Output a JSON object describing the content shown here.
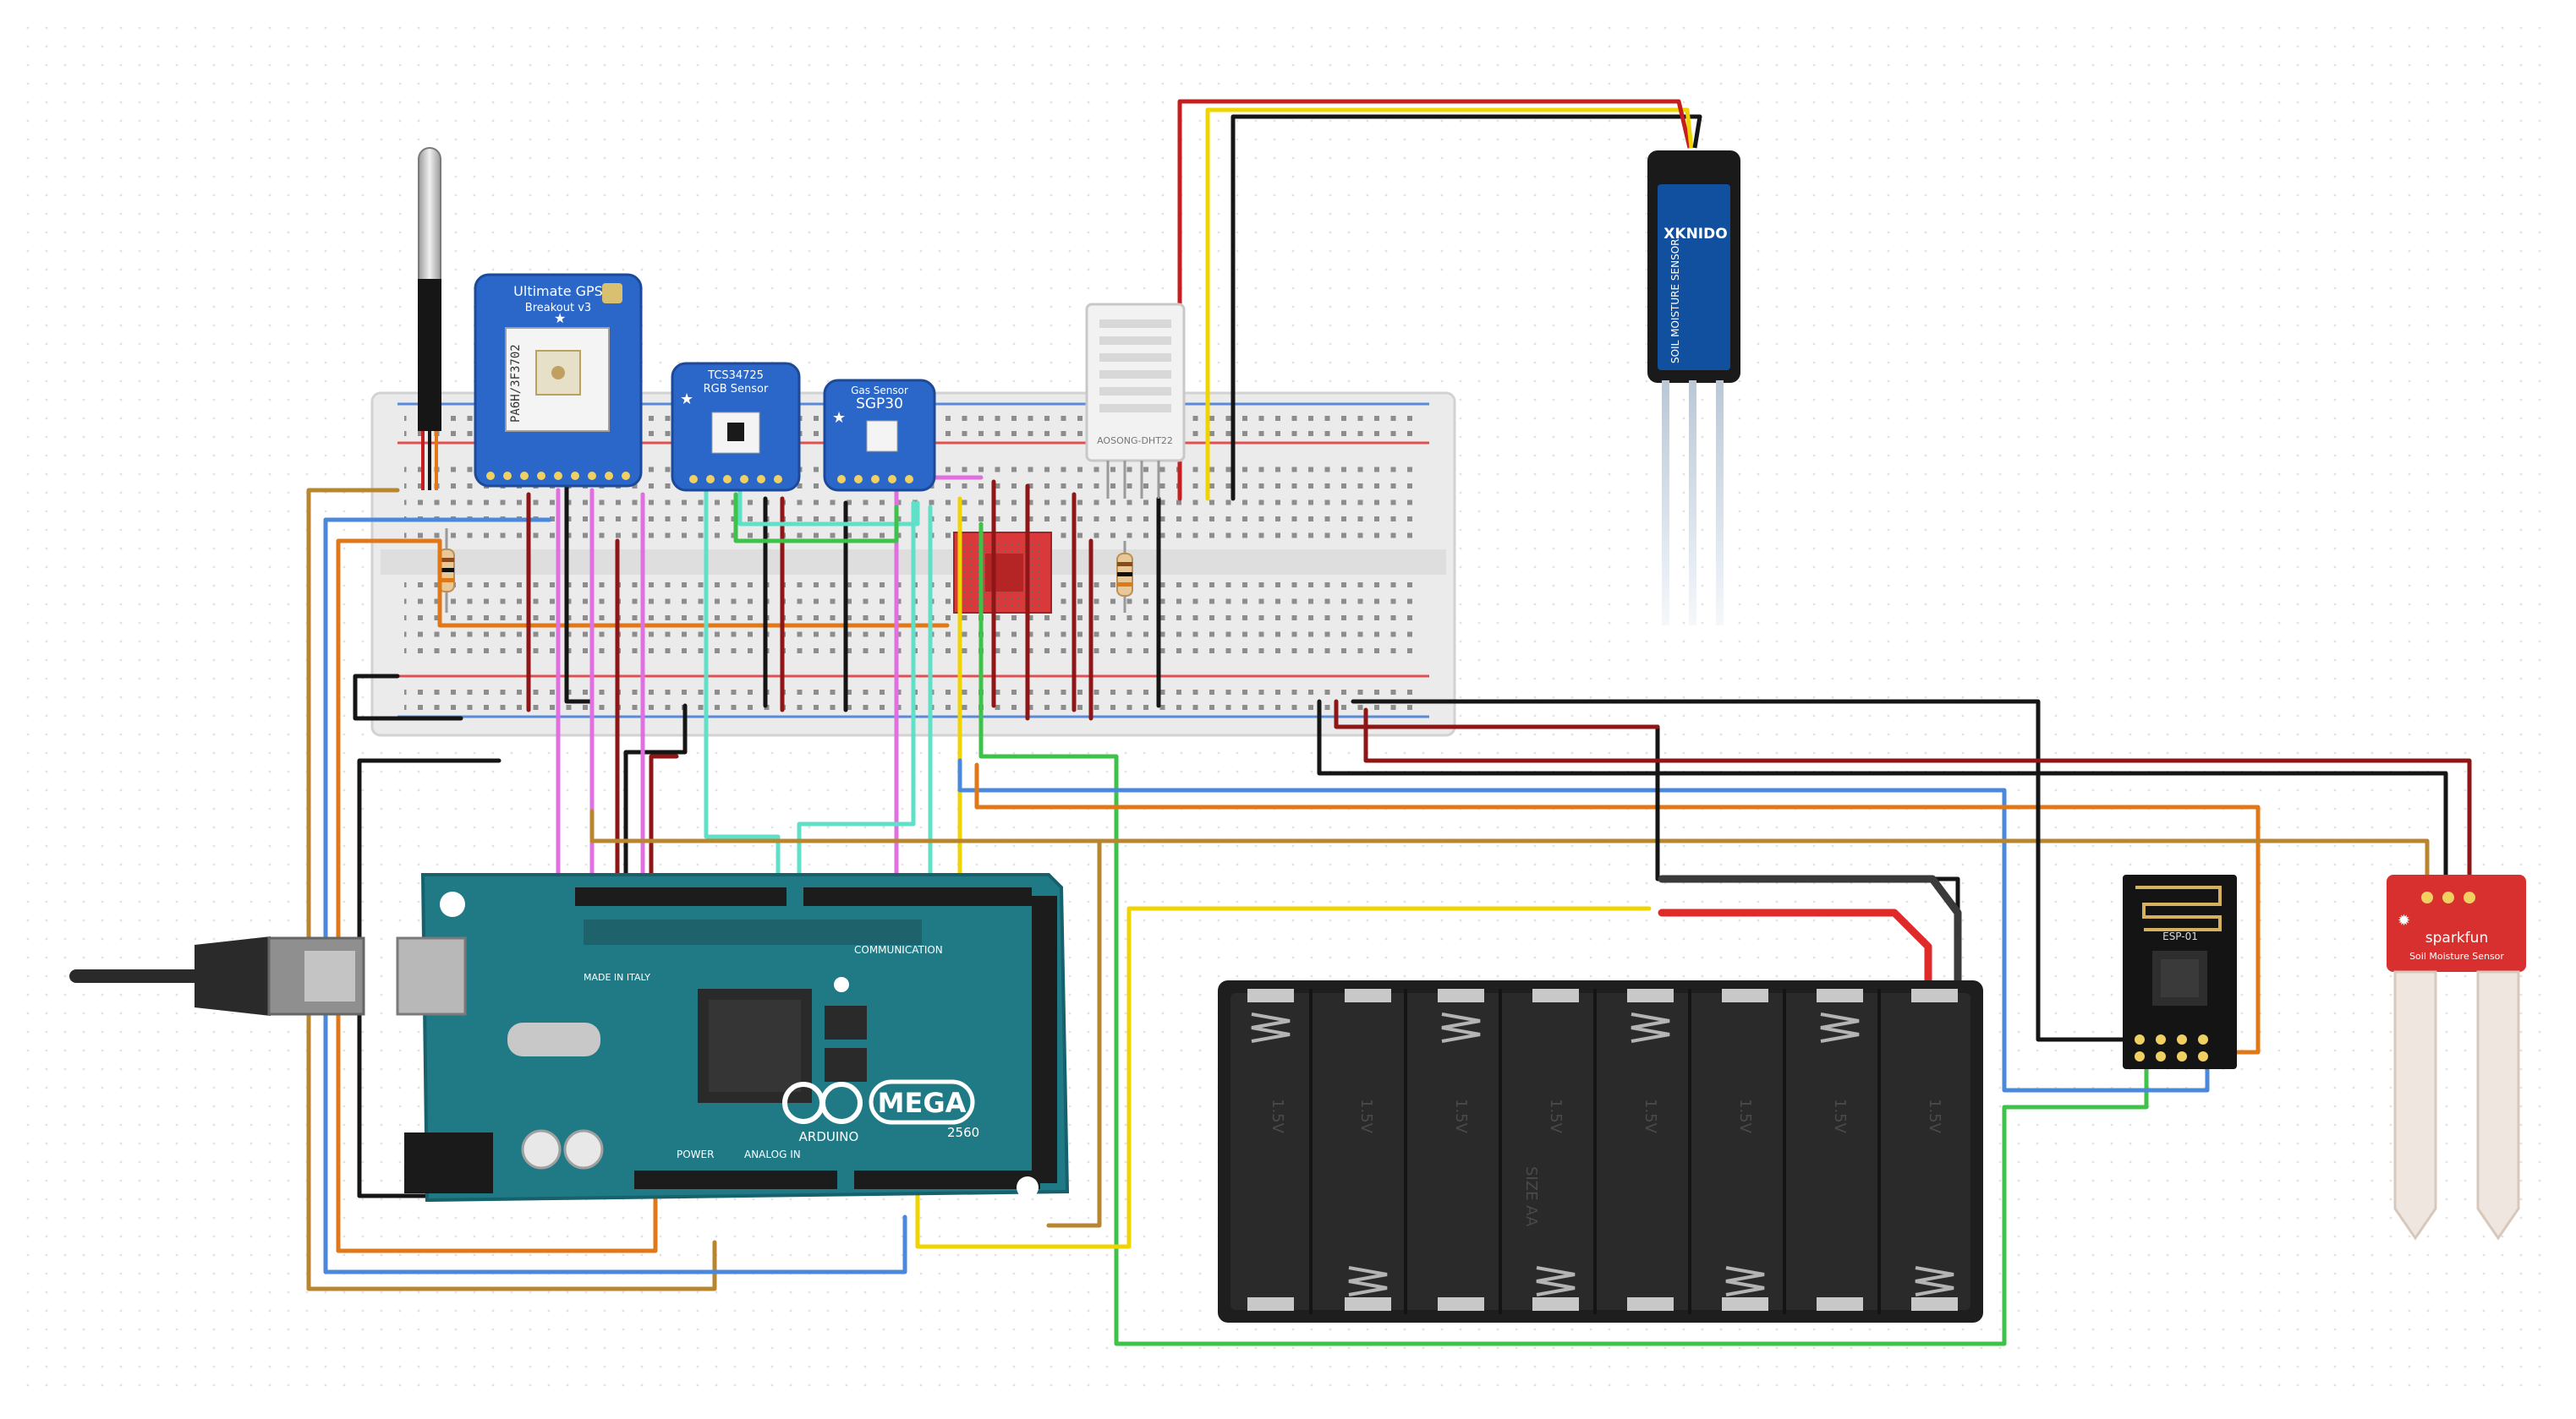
{
  "colors": {
    "background": "#ffffff",
    "grid_dot": "#e4e4e4",
    "breadboard": "#ececec",
    "breadboard_edge": "#d4d4d4",
    "rail_red": "#e05050",
    "rail_blue": "#5a8ad8",
    "arduino_teal": "#1f7a86",
    "arduino_dark": "#16616b",
    "adafruit_blue": "#2b66c9",
    "sensor_navy": "#10509e",
    "sparkfun_red": "#d8302f",
    "esp_black": "#141414",
    "battery_black": "#1e1e1e",
    "wire_black": "#151515",
    "wire_red": "#c41e1e",
    "wire_darkred": "#8e1616",
    "wire_yellow": "#f0d400",
    "wire_orange": "#e07818",
    "wire_brown": "#b8862e",
    "wire_blue": "#4a88dc",
    "wire_green": "#3ec24a",
    "wire_cyan": "#60e0c8",
    "wire_pink": "#e070e0",
    "usb_cable": "#2a2a2a"
  },
  "components": {
    "gps": {
      "title": "Ultimate GPS",
      "subtitle": "Breakout v3",
      "module": "PA6H/3F3702",
      "icon": "star-icon"
    },
    "rgb_sensor": {
      "title": "TCS34725",
      "subtitle": "RGB Sensor",
      "icon": "star-icon"
    },
    "gas_sensor": {
      "title": "Gas Sensor",
      "subtitle": "SGP30",
      "icon": "star-icon"
    },
    "dht22": {
      "label": "AOSONG-DHT22"
    },
    "soil_probe": {
      "brand": "XKNIDO",
      "label": "SOIL MOISTURE SENSOR"
    },
    "arduino": {
      "brand": "ARDUINO",
      "model": "MEGA",
      "version": "2560",
      "origin": "MADE IN ITALY",
      "comm_label": "COMMUNICATION",
      "power_label": "POWER",
      "analog_label": "ANALOG IN"
    },
    "battery": {
      "cell_labels": [
        "1.5V",
        "1.5V",
        "1.5V",
        "1.5V",
        "1.5V",
        "1.5V",
        "1.5V",
        "1.5V"
      ],
      "size_label": "SIZE AA"
    },
    "sparkfun": {
      "brand": "sparkfun",
      "label": "Soil Moisture Sensor",
      "icon": "flame-icon"
    },
    "esp": {
      "label": "ESP-01"
    }
  }
}
